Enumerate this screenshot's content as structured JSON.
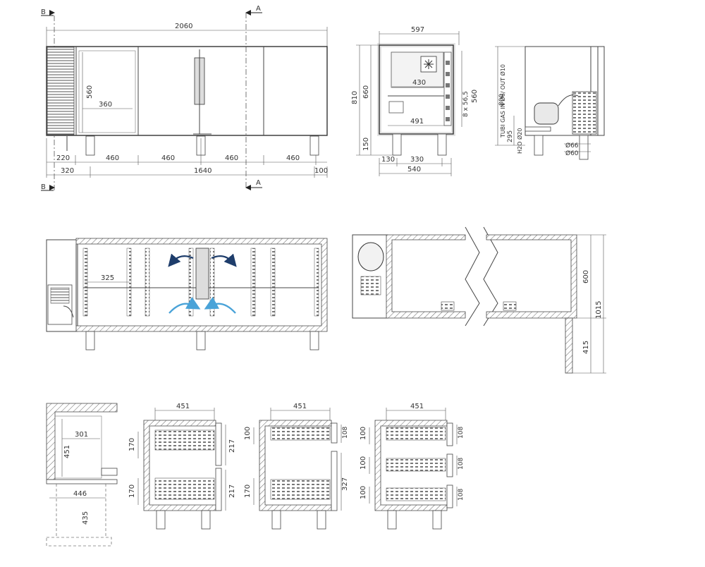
{
  "section_marks": {
    "b": "B",
    "a": "A"
  },
  "front_view": {
    "width": "2060",
    "door_height": "560",
    "door_width": "360",
    "left_offset": "220",
    "spacing": [
      "460",
      "460",
      "460",
      "460"
    ],
    "bottom_left": "320",
    "bottom_mid": "1640",
    "bottom_right": "100"
  },
  "side_view": {
    "width": "597",
    "inner_width": "430",
    "depth": "491",
    "height": "810",
    "inner_height": "660",
    "leg_height": "150",
    "rails": "8 x 56,5",
    "rail_height": "560",
    "foot_offset": "130",
    "foot_span": "330",
    "base_width": "540"
  },
  "piping_view": {
    "gas_label": "TUBI GAS IN Ø6/ OUT Ø10",
    "water_label": "H2O Ø20",
    "height": "800",
    "water_height": "295",
    "dia_gas": "Ø66",
    "dia_water": "Ø60"
  },
  "plan_view": {
    "shelf_depth": "325"
  },
  "section_view": {
    "upper": "600",
    "lower": "415",
    "total": "1015"
  },
  "drawer_section": {
    "inner_width": "301",
    "inner_height": "451",
    "base_width": "446",
    "leg": "435"
  },
  "drawer_a": {
    "width": "451",
    "drawer_h1": "170",
    "drawer_h2": "170",
    "front_h1": "217",
    "front_h2": "217"
  },
  "drawer_b": {
    "width": "451",
    "drawer_h": "100",
    "drawer_h2": "170",
    "front_h": "108",
    "door_h": "327"
  },
  "drawer_c": {
    "width": "451",
    "drawer_h1": "100",
    "drawer_h2": "100",
    "drawer_h3": "100",
    "front_h1": "108",
    "front_h2": "108",
    "front_h3": "108"
  }
}
